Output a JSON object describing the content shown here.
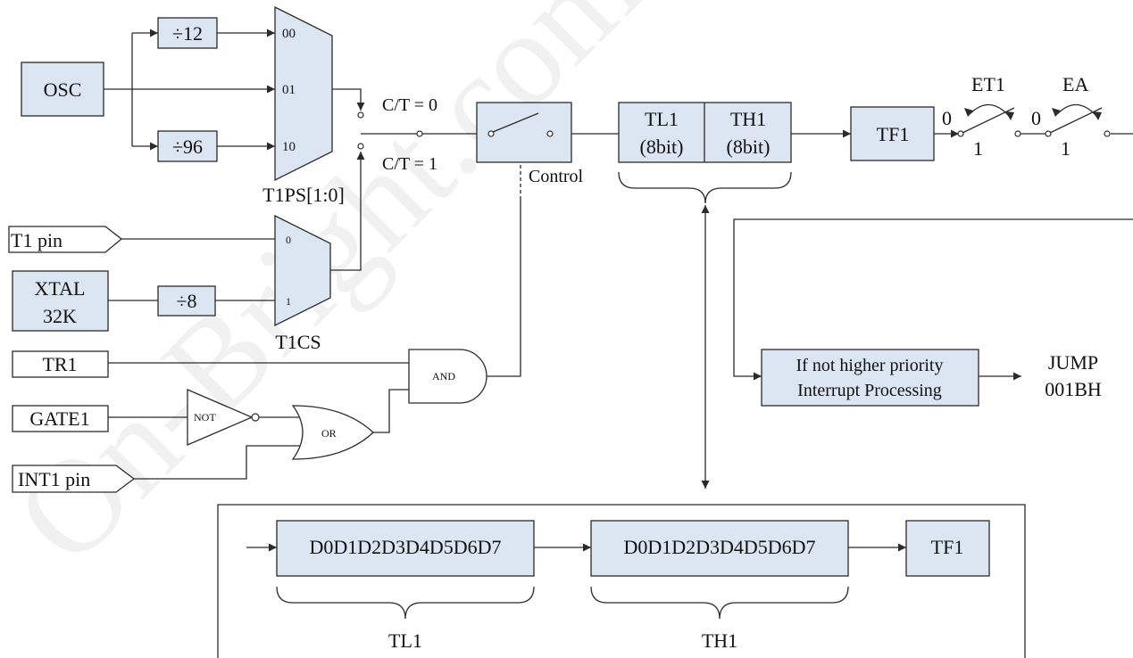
{
  "clock_sources": {
    "osc": "OSC",
    "xtal_line1": "XTAL",
    "xtal_line2": "32K",
    "t1_pin": "T1 pin"
  },
  "dividers": {
    "div12": "÷12",
    "div96": "÷96",
    "div8": "÷8"
  },
  "prescaler_mux": {
    "input_00": "00",
    "input_01": "01",
    "input_10": "10",
    "select_label": "T1PS[1:0]"
  },
  "clock_select_mux": {
    "input_0": "0",
    "input_1": "1",
    "select_label": "T1CS"
  },
  "mode_select": {
    "ct0": "C/T = 0",
    "ct1": "C/T = 1"
  },
  "control": {
    "label": "Control"
  },
  "gating": {
    "tr1": "TR1",
    "gate1": "GATE1",
    "int1_pin": "INT1 pin",
    "not_gate": "NOT",
    "or_gate": "OR",
    "and_gate": "AND"
  },
  "counter": {
    "tl1_line1": "TL1",
    "tl1_line2": "(8bit)",
    "th1_line1": "TH1",
    "th1_line2": "(8bit)"
  },
  "flag": {
    "tf1": "TF1"
  },
  "interrupt_switches": {
    "et1": "ET1",
    "ea": "EA",
    "et1_off": "0",
    "et1_on": "1",
    "ea_off": "0",
    "ea_on": "1"
  },
  "interrupt": {
    "line1": "If not higher priority",
    "line2": "Interrupt Processing",
    "jump_line1": "JUMP",
    "jump_line2": "001BH"
  },
  "detail": {
    "tl1_bits": "D0D1D2D3D4D5D6D7",
    "th1_bits": "D0D1D2D3D4D5D6D7",
    "tf1": "TF1",
    "tl1_label": "TL1",
    "th1_label": "TH1"
  },
  "watermark": "On-Bright.com"
}
